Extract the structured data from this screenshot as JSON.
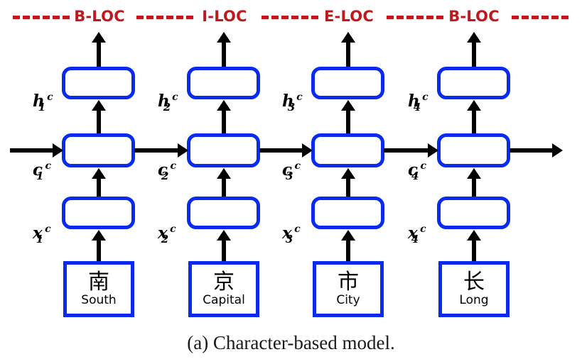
{
  "figure": {
    "caption": "(a) Character-based model.",
    "colors": {
      "tag_red": "#c0181c",
      "box_blue": "#0a2af0",
      "arrow_black": "#000000",
      "background": "#ffffff"
    }
  },
  "tag_sequence": {
    "labels": [
      "B-LOC",
      "I-LOC",
      "E-LOC",
      "B-LOC"
    ],
    "dash_count_per_segment": 5,
    "segments": 5
  },
  "columns": [
    {
      "index": 1,
      "hidden_label": {
        "base": "h",
        "sub": "1",
        "sup": "c"
      },
      "cell_label": {
        "base": "c",
        "sub": "1",
        "sup": "c"
      },
      "input_label": {
        "base": "x",
        "sub": "1",
        "sup": "c"
      },
      "character": "南",
      "gloss": "South",
      "tag": "B-LOC"
    },
    {
      "index": 2,
      "hidden_label": {
        "base": "h",
        "sub": "2",
        "sup": "c"
      },
      "cell_label": {
        "base": "c",
        "sub": "2",
        "sup": "c"
      },
      "input_label": {
        "base": "x",
        "sub": "2",
        "sup": "c"
      },
      "character": "京",
      "gloss": "Capital",
      "tag": "I-LOC"
    },
    {
      "index": 3,
      "hidden_label": {
        "base": "h",
        "sub": "3",
        "sup": "c"
      },
      "cell_label": {
        "base": "c",
        "sub": "3",
        "sup": "c"
      },
      "input_label": {
        "base": "x",
        "sub": "3",
        "sup": "c"
      },
      "character": "市",
      "gloss": "City",
      "tag": "E-LOC"
    },
    {
      "index": 4,
      "hidden_label": {
        "base": "h",
        "sub": "4",
        "sup": "c"
      },
      "cell_label": {
        "base": "c",
        "sub": "4",
        "sup": "c"
      },
      "input_label": {
        "base": "x",
        "sub": "4",
        "sup": "c"
      },
      "character": "长",
      "gloss": "Long",
      "tag": "B-LOC"
    }
  ]
}
